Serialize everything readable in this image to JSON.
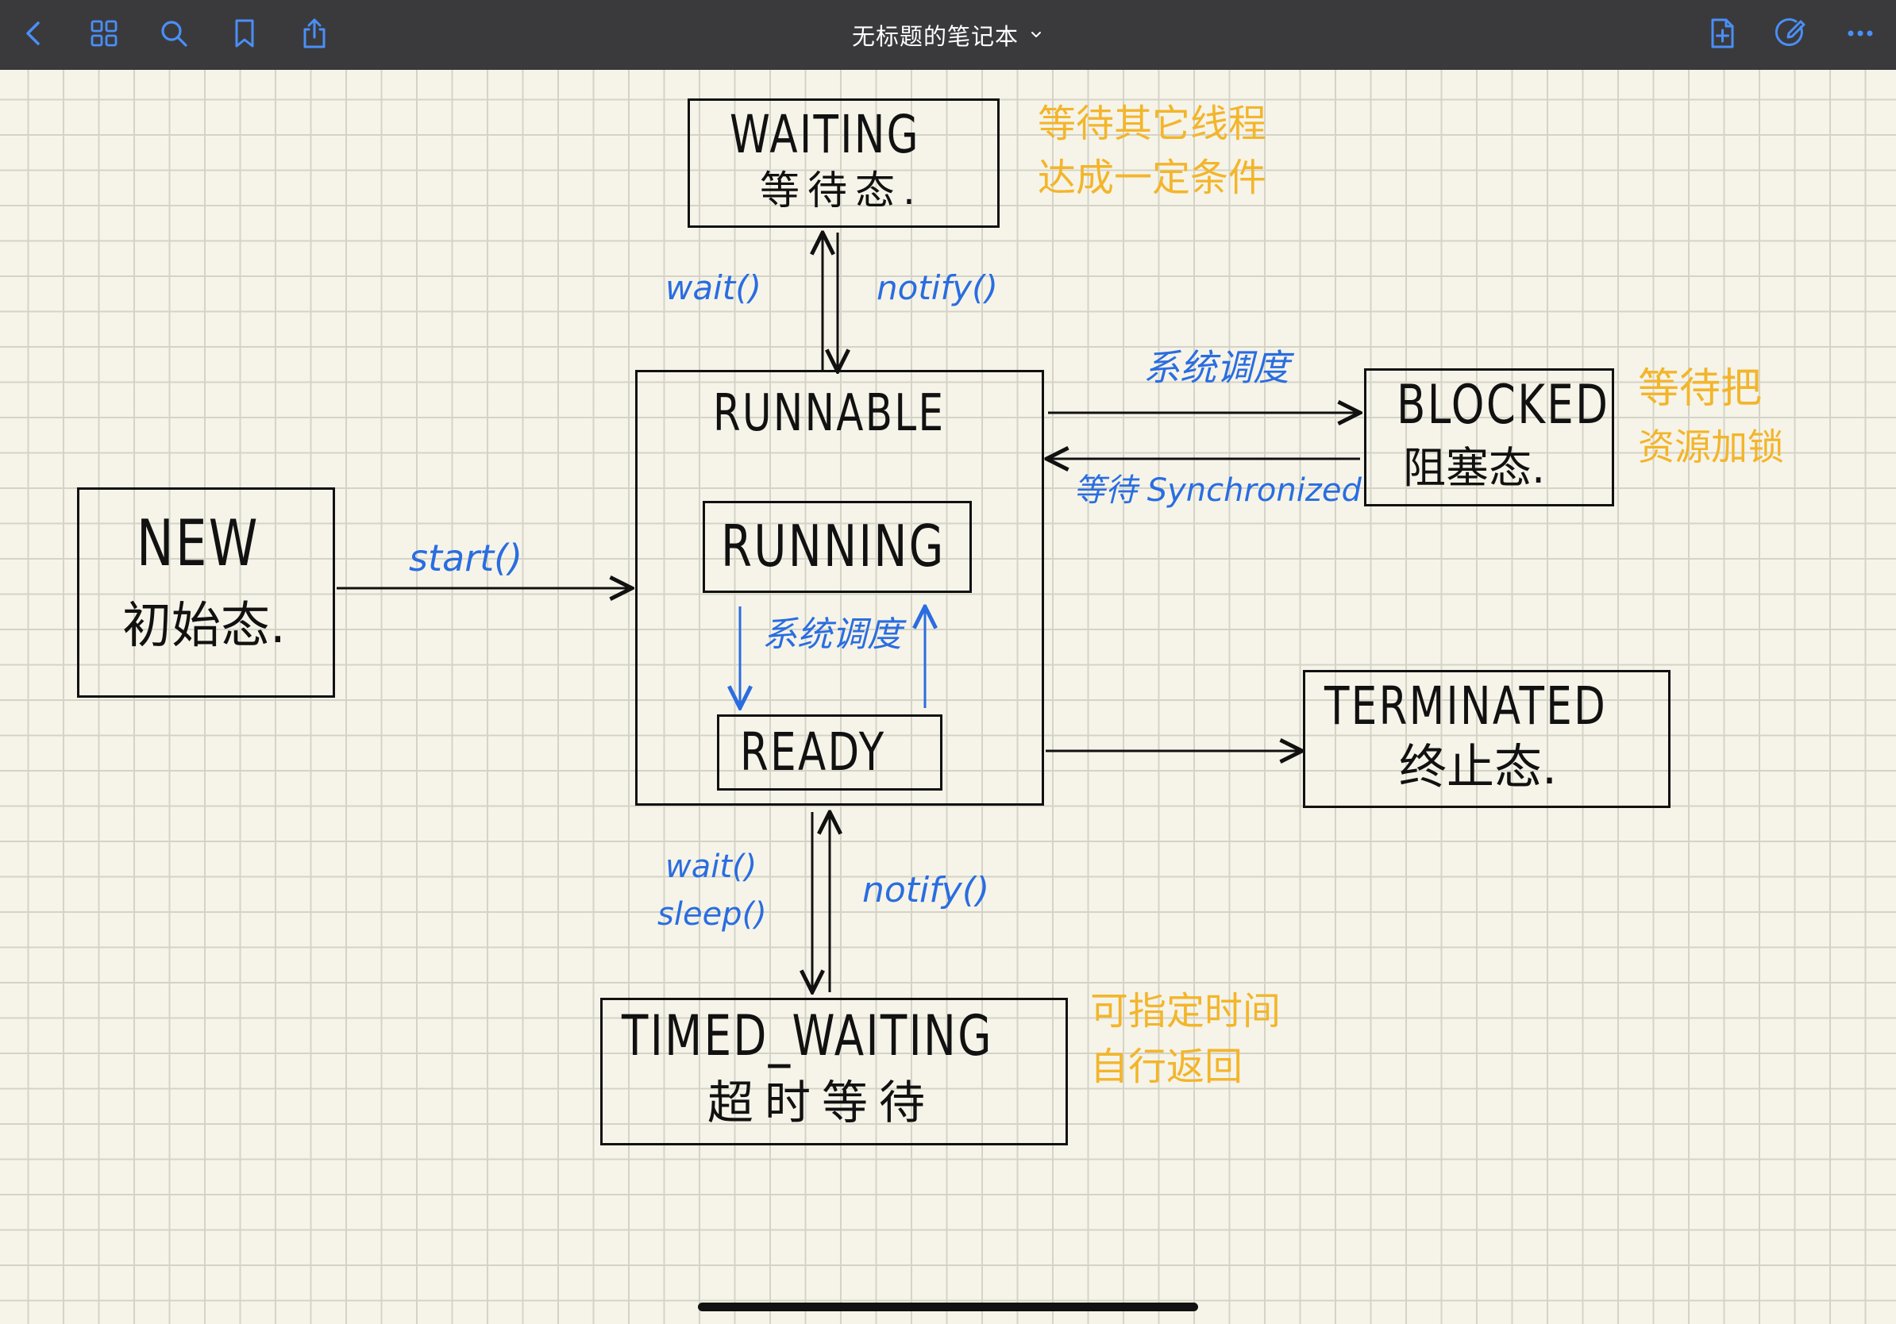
{
  "toolbar": {
    "title": "无标题的笔记本",
    "icons": {
      "back": "chevron-left-icon",
      "grid": "grid-icon",
      "search": "search-icon",
      "bookmark": "bookmark-icon",
      "share": "share-icon",
      "new_page": "new-page-icon",
      "pen": "pen-circle-icon",
      "more": "more-icon",
      "title_chevron": "chevron-down-icon"
    }
  },
  "colors": {
    "toolbar_bg": "#3a3a3c",
    "paper": "#f6f4e9",
    "ink_black": "#111111",
    "ink_blue": "#2a6de0",
    "ink_yellow": "#f3b52b"
  },
  "diagram": {
    "waiting": {
      "title": "WAITING",
      "subtitle": "等待态."
    },
    "runnable": {
      "title": "RUNNABLE"
    },
    "running": {
      "title": "RUNNING"
    },
    "ready": {
      "title": "READY"
    },
    "new": {
      "title": "NEW",
      "subtitle": "初始态."
    },
    "blocked": {
      "title": "BLOCKED",
      "subtitle": "阻塞态."
    },
    "terminated": {
      "title": "TERMINATED",
      "subtitle": "终止态."
    },
    "timed_waiting": {
      "title": "TIMED_WAITING",
      "subtitle": "超时等待"
    },
    "labels": {
      "wait_top": "wait()",
      "notify_top": "notify()",
      "start": "start()",
      "schedule_blocked": "系统调度",
      "wait_synchronized": "等待 Synchronized",
      "schedule_inner": "系统调度",
      "wait_bottom": "wait()",
      "sleep_bottom": "sleep()",
      "notify_bottom": "notify()"
    },
    "notes": {
      "waiting_line1": "等待其它线程",
      "waiting_line2": "达成一定条件",
      "blocked_line1": "等待把",
      "blocked_line2": "资源加锁",
      "timed_line1": "可指定时间",
      "timed_line2": "自行返回"
    }
  }
}
